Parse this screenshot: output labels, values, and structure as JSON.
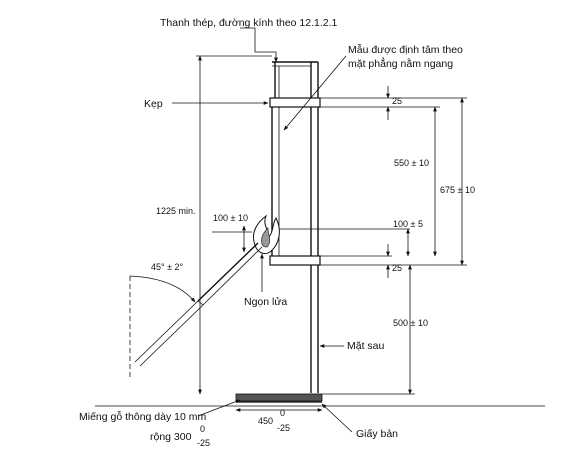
{
  "labels": {
    "steel_bar": "Thanh thép, đường kính theo 12.1.2.1",
    "sample_centered_1": "Mẫu được định tâm theo",
    "sample_centered_2": "mặt phẳng nằm ngang",
    "clamp": "Kẹp",
    "flame": "Ngọn lửa",
    "back_face": "Mặt sau",
    "paper": "Giấy bản",
    "wood_1": "Miếng gỗ thông dày 10 mm",
    "wood_2_prefix": "rộng 300",
    "wood_2_sup": "0",
    "wood_2_sub": "-25"
  },
  "dimensions": {
    "height_min": "1225 min.",
    "d25_top": "25",
    "d550": "550 ± 10",
    "d675": "675 ± 10",
    "d100_5": "100 ± 5",
    "d25_bottom": "25",
    "d500": "500 ± 10",
    "d100_10": "100 ± 10",
    "angle": "45° ± 2°",
    "width_prefix": "450",
    "width_sup": "0",
    "width_sub": "-25"
  }
}
